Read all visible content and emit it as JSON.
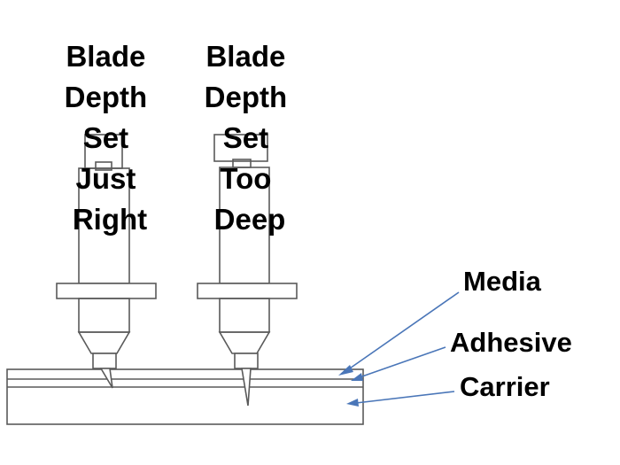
{
  "tools": [
    {
      "id": "just-right",
      "label_lines": [
        "Blade",
        "Depth",
        "Set",
        "Just",
        "Right"
      ]
    },
    {
      "id": "too-deep",
      "label_lines": [
        "Blade",
        "Depth",
        "Set",
        "Too",
        "Deep"
      ]
    }
  ],
  "layers": {
    "media": "Media",
    "adhesive": "Adhesive",
    "carrier": "Carrier"
  },
  "colors": {
    "outline": "#5a5a5a",
    "arrow": "#4a76b8",
    "text": "#000000"
  }
}
